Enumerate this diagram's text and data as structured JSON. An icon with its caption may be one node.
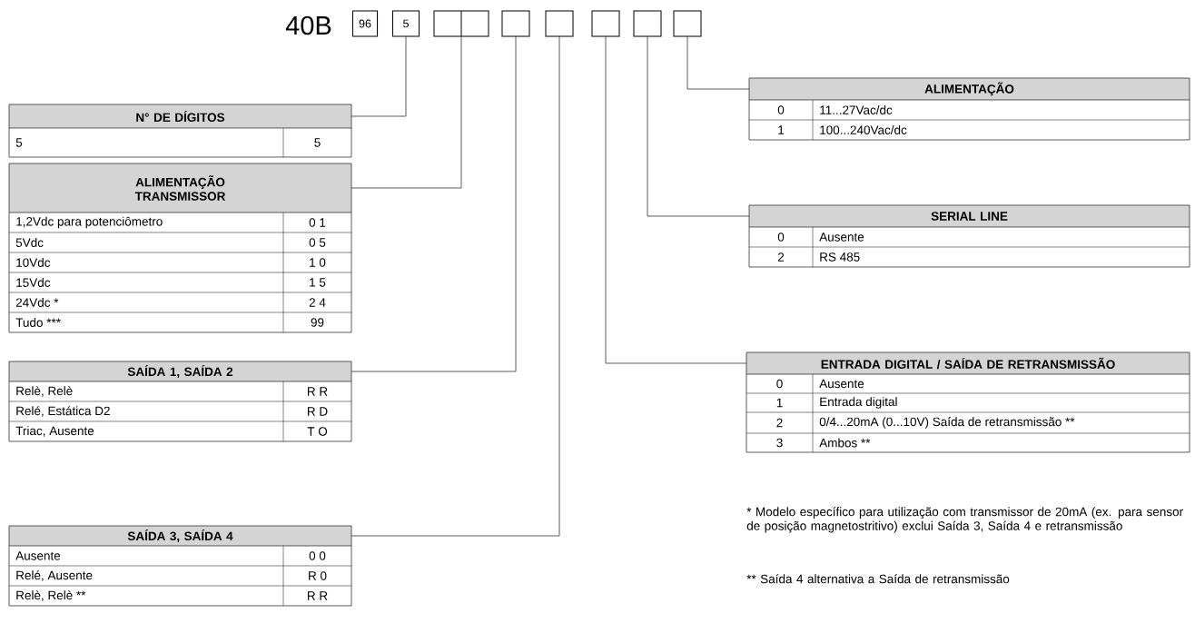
{
  "diagram": {
    "nodes": [
      {
        "text": [
          "96"
        ]
      },
      {
        "text": [
          "5"
        ]
      },
      {
        "text": [],
        "shape": "box"
      },
      {
        "text": [],
        "shape": "box"
      },
      {
        "text": [],
        "shape": "box"
      },
      {
        "text": [],
        "shape": "box"
      },
      {
        "text": [],
        "shape": "box"
      },
      {
        "text": [],
        "shape": "box"
      },
      {
        "text": [
          "N° DE DÍGITOS",
          "5",
          "5"
        ]
      },
      {
        "text": [
          "ALIMENTAÇÃO",
          "0",
          "11...27Vac/dc",
          "1",
          "100...240Vac/dc"
        ]
      },
      {
        "text": [
          "ALIMENTAÇÃO TRANSMISSOR",
          "1,2Vdc para potenciômetro",
          "0 1",
          "5Vdc",
          "0 5",
          "10Vdc",
          "1 0",
          "15Vdc",
          "1 5",
          "24Vdc  *",
          "2 4",
          "Tudo  ***",
          "99"
        ]
      },
      {
        "text": [
          "SERIAL LINE",
          "0",
          "Ausente",
          "2",
          "RS 485"
        ]
      },
      {
        "text": [
          "ENTRADA DIGITAL / SAÍDA DE RETRANSMISSÃO",
          "0",
          "Ausente",
          "1",
          "Entrada digital",
          "2",
          "0/4...20mA (0...10V) Saída de retransmissão **",
          "3",
          "Ambos **"
        ]
      },
      {
        "text": [
          "SAÍDA 1, SAÍDA 2",
          "Relè, Relè",
          "R R",
          "Relé, Estática D2",
          "R D",
          "Triac, Ausente",
          "T O"
        ]
      },
      {
        "text": [
          "SAÍDA 3, SAÍDA 4",
          "Ausente",
          "0 0",
          "Relé, Ausente",
          "R 0",
          "Relè, Relè  **",
          "R R"
        ]
      }
    ],
    "edges": [
      {
        "from": 1,
        "to": 8,
        "arrow": "none"
      },
      {
        "from": 2,
        "to": 10,
        "arrow": "none"
      },
      {
        "from": 3,
        "to": 13,
        "arrow": "none"
      },
      {
        "from": 4,
        "to": 14,
        "arrow": "none"
      },
      {
        "from": 5,
        "to": 12,
        "arrow": "none"
      },
      {
        "from": 6,
        "to": 11,
        "arrow": "none"
      },
      {
        "from": 7,
        "to": 9,
        "arrow": "none"
      }
    ],
    "labels": [
      "40B",
      "* Modelo específico para utilização com transmissor de 20mA (ex. para sensor de posição magnetostritivo) exclui Saída 3, Saída 4 e retransmissão",
      "** Saída 4 alternativa a Saída de retransmissão"
    ]
  }
}
